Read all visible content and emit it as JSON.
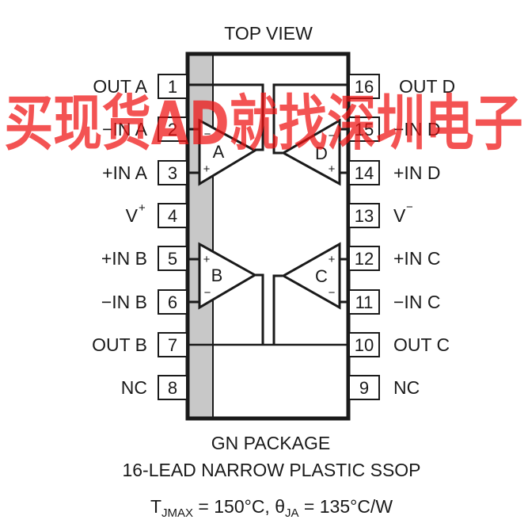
{
  "header": {
    "title": "TOP VIEW"
  },
  "watermark": {
    "text": "买现货AD就找深圳电子",
    "color": "#ee1111"
  },
  "package": {
    "name": "GN PACKAGE",
    "description": "16-LEAD NARROW PLASTIC SSOP",
    "thermal": {
      "t": "T",
      "t_sub": "JMAX",
      "t_value": " = 150°C, ",
      "theta": "θ",
      "theta_sub": "JA",
      "theta_value": " = 135°C/W"
    }
  },
  "pins_left": [
    {
      "number": "1",
      "label": "OUT A"
    },
    {
      "number": "2",
      "label": "−IN A"
    },
    {
      "number": "3",
      "label": "+IN A"
    },
    {
      "number": "4",
      "label": "V",
      "sup": "+"
    },
    {
      "number": "5",
      "label": "+IN B"
    },
    {
      "number": "6",
      "label": "−IN B"
    },
    {
      "number": "7",
      "label": "OUT B"
    },
    {
      "number": "8",
      "label": "NC"
    }
  ],
  "pins_right": [
    {
      "number": "16",
      "label": "OUT D"
    },
    {
      "number": "15",
      "label": "−IN D"
    },
    {
      "number": "14",
      "label": "+IN D"
    },
    {
      "number": "13",
      "label": "V",
      "sup": "−"
    },
    {
      "number": "12",
      "label": "+IN C"
    },
    {
      "number": "11",
      "label": "−IN C"
    },
    {
      "number": "10",
      "label": "OUT C"
    },
    {
      "number": "9",
      "label": "NC"
    }
  ],
  "amplifiers": [
    {
      "name": "A",
      "top_sign": "−",
      "bottom_sign": "+"
    },
    {
      "name": "B",
      "top_sign": "+",
      "bottom_sign": "−"
    },
    {
      "name": "C",
      "top_sign": "+",
      "bottom_sign": "−"
    },
    {
      "name": "D",
      "top_sign": "−",
      "bottom_sign": "+"
    }
  ]
}
